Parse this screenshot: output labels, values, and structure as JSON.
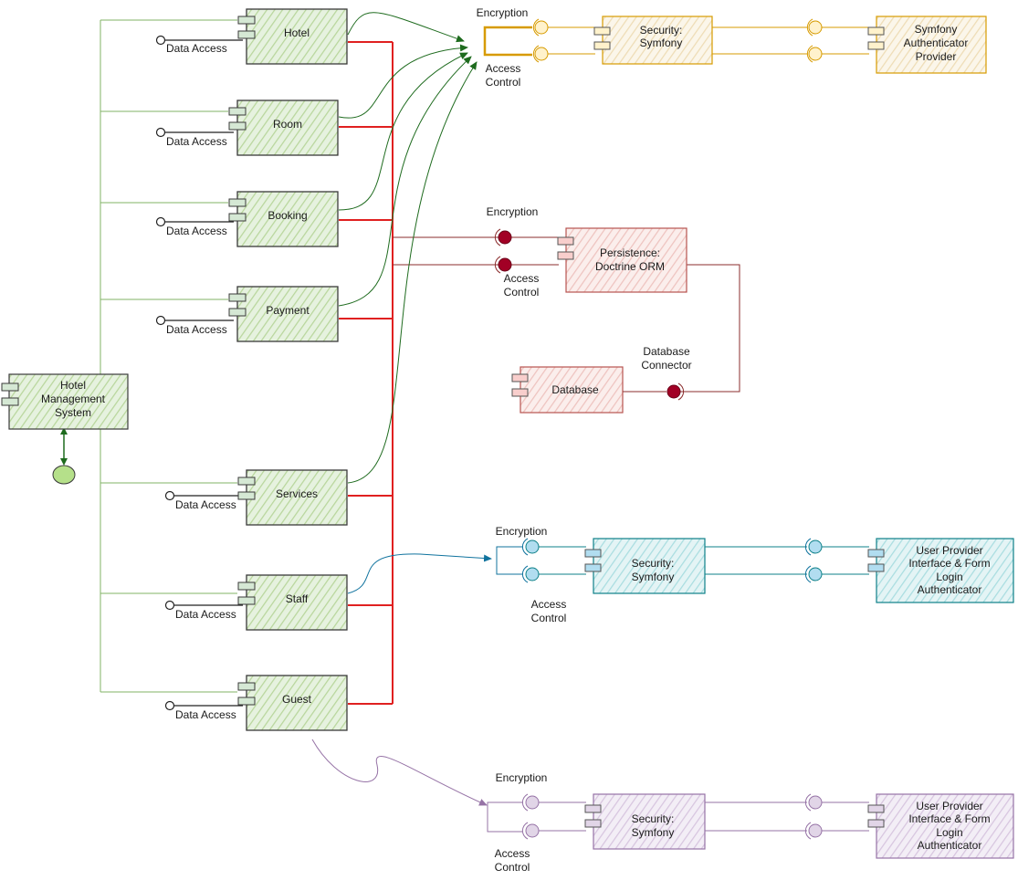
{
  "colors": {
    "green_fill": "#d5e8d4",
    "green_stroke": "#3a3a3a",
    "green_line": "#82b366",
    "green_arrow": "#1e6b1e",
    "red_bus": "#e02020",
    "orange": "#d79b00",
    "orange_fill": "#fff2cc",
    "brown_line": "#8b2e2e",
    "dark_red": "#a20025",
    "red_fill": "#f8cecc",
    "red_stroke": "#b85450",
    "teal": "#10739e",
    "teal_fill": "#b1ddf0",
    "teal_stroke": "#0e8088",
    "purple": "#9673a6",
    "purple_fill": "#e1d5e7",
    "endpoint_fill": "#b5e08a"
  },
  "system": {
    "label": "Hotel Management System"
  },
  "modules": [
    {
      "id": "hotel",
      "label": "Hotel",
      "interface": "Data Access"
    },
    {
      "id": "room",
      "label": "Room",
      "interface": "Data Access"
    },
    {
      "id": "booking",
      "label": "Booking",
      "interface": "Data Access"
    },
    {
      "id": "payment",
      "label": "Payment",
      "interface": "Data Access"
    },
    {
      "id": "services",
      "label": "Services",
      "interface": "Data Access"
    },
    {
      "id": "staff",
      "label": "Staff",
      "interface": "Data Access"
    },
    {
      "id": "guest",
      "label": "Guest",
      "interface": "Data Access"
    }
  ],
  "security_symfony": {
    "component": "Security: Symfony",
    "provider": "Symfony Authenticator Provider",
    "encryption": "Encryption",
    "access_control": "Access Control"
  },
  "persistence": {
    "component": "Persistence: Doctrine ORM",
    "encryption": "Encryption",
    "access_control": "Access Control",
    "database": "Database",
    "connector": "Database Connector"
  },
  "security_staff": {
    "component": "Security: Symfony",
    "provider": "User Provider Interface & Form Login Authenticator",
    "encryption": "Encryption",
    "access_control": "Access Control"
  },
  "security_guest": {
    "component": "Security: Symfony",
    "provider": "User Provider Interface & Form Login Authenticator",
    "encryption": "Encryption",
    "access_control": "Access Control"
  }
}
